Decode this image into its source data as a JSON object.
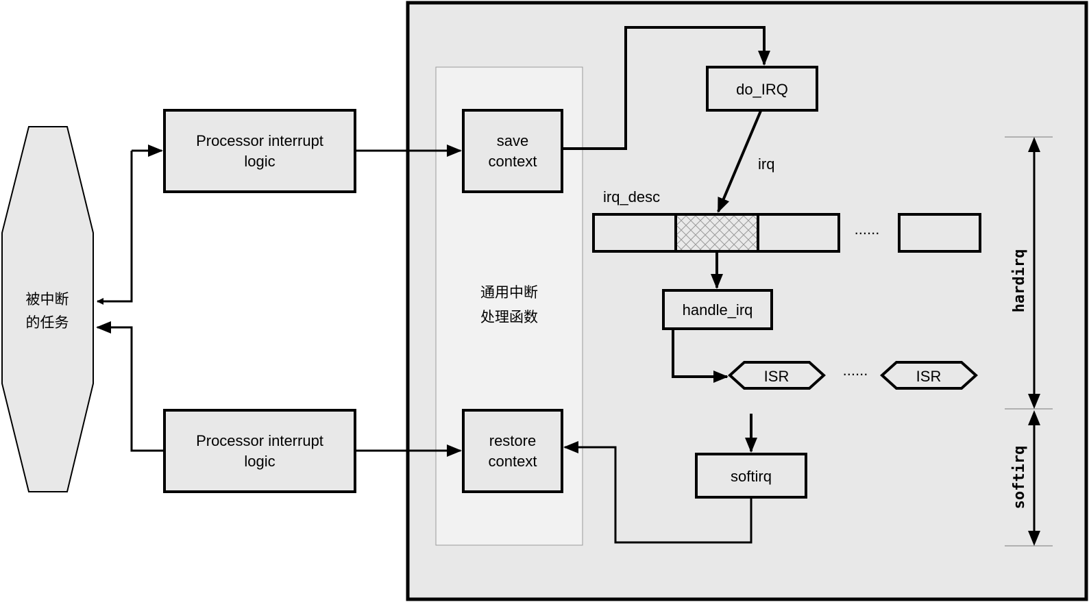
{
  "interrupted_task": {
    "line1": "被中断",
    "line2": "的任务"
  },
  "processor_logic_top": {
    "line1": "Processor interrupt",
    "line2": "logic"
  },
  "processor_logic_bottom": {
    "line1": "Processor interrupt",
    "line2": "logic"
  },
  "save_context": {
    "line1": "save",
    "line2": "context"
  },
  "restore_context": {
    "line1": "restore",
    "line2": "context"
  },
  "generic_handler": {
    "line1": "通用中断",
    "line2": "处理函数"
  },
  "do_irq": "do_IRQ",
  "irq_label": "irq",
  "irq_desc_label": "irq_desc",
  "irq_desc_ellipsis": "......",
  "handle_irq": "handle_irq",
  "isr_first": "ISR",
  "isr_ellipsis": "......",
  "isr_last": "ISR",
  "softirq_box": "softirq",
  "hardirq_label": "hardirq",
  "softirq_label": "softirq",
  "colors": {
    "box_fill": "#e8e8e8",
    "kernel_panel": "#e8e8e8",
    "generic_panel": "#f2f2f2",
    "stroke": "#000000"
  }
}
